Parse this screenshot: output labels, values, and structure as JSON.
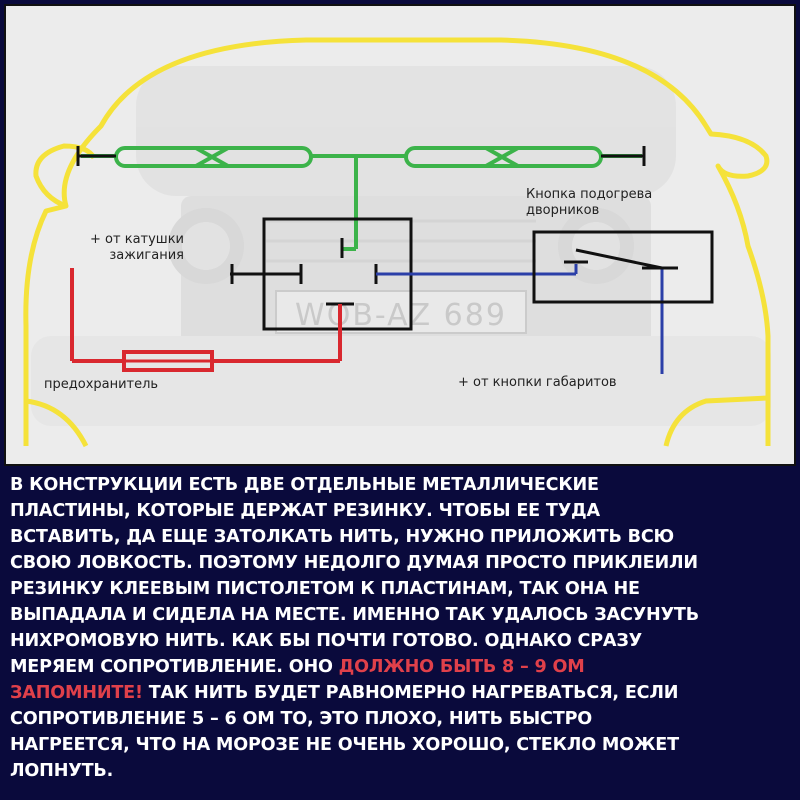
{
  "diagram": {
    "plate_text": "WOB-AZ 689",
    "labels": {
      "wiper_heater_button": "Кнопка подогрева\nдворников",
      "ignition_coil": "+ от катушки\nзажигания",
      "fuse": "предохранитель",
      "parking_lights_button": "+ от кнопки габаритов"
    },
    "colors": {
      "car_outline": "#f5e23a",
      "heater_wire": "#3cb34a",
      "ignition_wire": "#d9282f",
      "parking_wire": "#2b3fa8",
      "relay": "#111111",
      "background": "#ececec"
    }
  },
  "caption": {
    "intro": "    В КОНСТРУКЦИИ ЕСТЬ ДВЕ ОТДЕЛЬНЫЕ МЕТАЛЛИЧЕСКИЕ\nПЛАСТИНЫ, КОТОРЫЕ ДЕРЖАТ РЕЗИНКУ. ЧТОБЫ ЕЕ ТУДА\nВСТАВИТЬ, ДА ЕЩЕ ЗАТОЛКАТЬ НИТЬ, НУЖНО ПРИЛОЖИТЬ ВСЮ\nСВОЮ ЛОВКОСТЬ. ПОЭТОМУ НЕДОЛГО ДУМАЯ ПРОСТО ПРИКЛЕИЛИ\nРЕЗИНКУ КЛЕЕВЫМ ПИСТОЛЕТОМ К ПЛАСТИНАМ, ТАК ОНА НЕ\nВЫПАДАЛА И СИДЕЛА НА МЕСТЕ. ИМЕННО ТАК УДАЛОСЬ ЗАСУНУТЬ\nНИХРОМОВУЮ НИТЬ. КАК БЫ ПОЧТИ ГОТОВО. ОДНАКО СРАЗУ\nМЕРЯЕМ СОПРОТИВЛЕНИЕ. ОНО ",
    "highlight_1": "ДОЛЖНО БЫТЬ 8 – 9 ОМ",
    "break": "\n",
    "highlight_2": "ЗАПОМНИТЕ!",
    "rest": " ТАК НИТЬ БУДЕТ РАВНОМЕРНО НАГРЕВАТЬСЯ, ЕСЛИ\nСОПРОТИВЛЕНИЕ 5 – 6 ОМ ТО, ЭТО ПЛОХО, НИТЬ БЫСТРО\nНАГРЕЕТСЯ, ЧТО НА МОРОЗЕ НЕ ОЧЕНЬ ХОРОШО, СТЕКЛО МОЖЕТ\nЛОПНУТЬ."
  }
}
